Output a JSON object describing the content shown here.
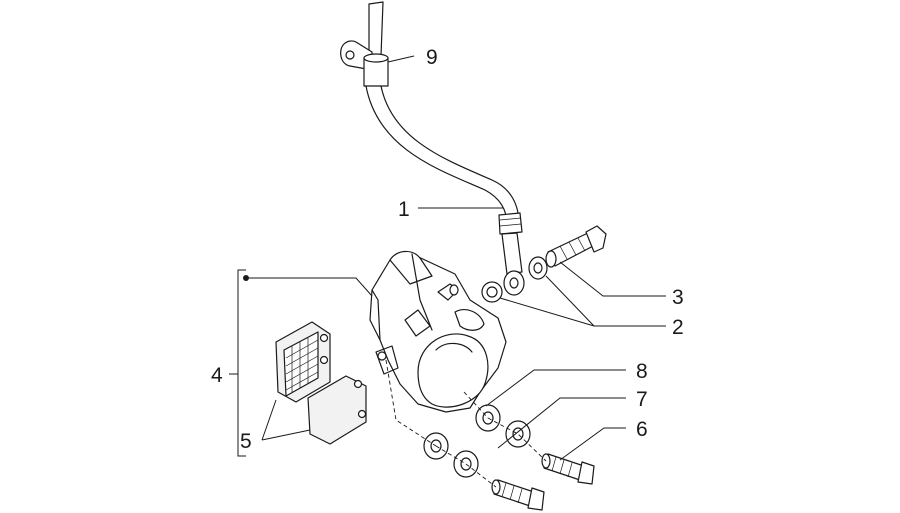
{
  "callouts": [
    {
      "id": "1",
      "text": "1"
    },
    {
      "id": "2",
      "text": "2"
    },
    {
      "id": "3",
      "text": "3"
    },
    {
      "id": "4",
      "text": "4"
    },
    {
      "id": "5",
      "text": "5"
    },
    {
      "id": "6",
      "text": "6"
    },
    {
      "id": "7",
      "text": "7"
    },
    {
      "id": "8",
      "text": "8"
    },
    {
      "id": "9",
      "text": "9"
    }
  ],
  "colors": {
    "ink": "#1a1a1a",
    "background": "#ffffff"
  }
}
